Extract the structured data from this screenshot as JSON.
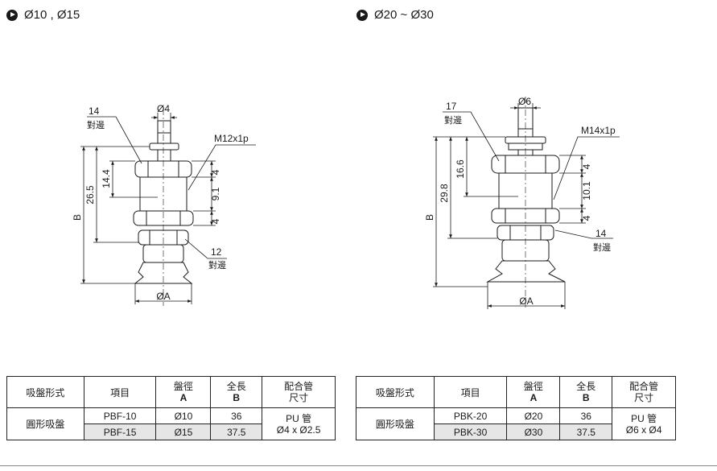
{
  "sections": [
    {
      "title": "Ø10 , Ø15",
      "dims": {
        "hex_top": "14",
        "hex_top_sub": "對邊",
        "rod": "Ø4",
        "thread": "M12x1p",
        "d1": "4",
        "d2": "9.1",
        "d3": "4",
        "h1": "14.4",
        "h2": "26.5",
        "B": "B",
        "hex_bot": "12",
        "hex_bot_sub": "對邊",
        "diam": "ØA"
      }
    },
    {
      "title": "Ø20 ~ Ø30",
      "dims": {
        "hex_top": "17",
        "hex_top_sub": "對邊",
        "rod": "Ø6",
        "thread": "M14x1p",
        "d1": "4",
        "d2": "10.1",
        "d3": "4",
        "h1": "16.6",
        "h2": "29.8",
        "B": "B",
        "hex_bot": "14",
        "hex_bot_sub": "對邊",
        "diam": "ØA"
      }
    }
  ],
  "tables": [
    {
      "headers": {
        "type": "吸盤形式",
        "item": "項目",
        "dia": "盤徑",
        "dia_sym": "A",
        "len": "全長",
        "len_sym": "B",
        "fit": "配合管",
        "fit2": "尺寸"
      },
      "type": "圓形吸盤",
      "rows": [
        {
          "item": "PBF-10",
          "dia": "Ø10",
          "len": "36"
        },
        {
          "item": "PBF-15",
          "dia": "Ø15",
          "len": "37.5"
        }
      ],
      "fit_1": "PU 管",
      "fit_2": "Ø4 x Ø2.5"
    },
    {
      "headers": {
        "type": "吸盤形式",
        "item": "項目",
        "dia": "盤徑",
        "dia_sym": "A",
        "len": "全長",
        "len_sym": "B",
        "fit": "配合管",
        "fit2": "尺寸"
      },
      "type": "圓形吸盤",
      "rows": [
        {
          "item": "PBK-20",
          "dia": "Ø20",
          "len": "36"
        },
        {
          "item": "PBK-30",
          "dia": "Ø30",
          "len": "37.5"
        }
      ],
      "fit_1": "PU 管",
      "fit_2": "Ø6 x Ø4"
    }
  ]
}
